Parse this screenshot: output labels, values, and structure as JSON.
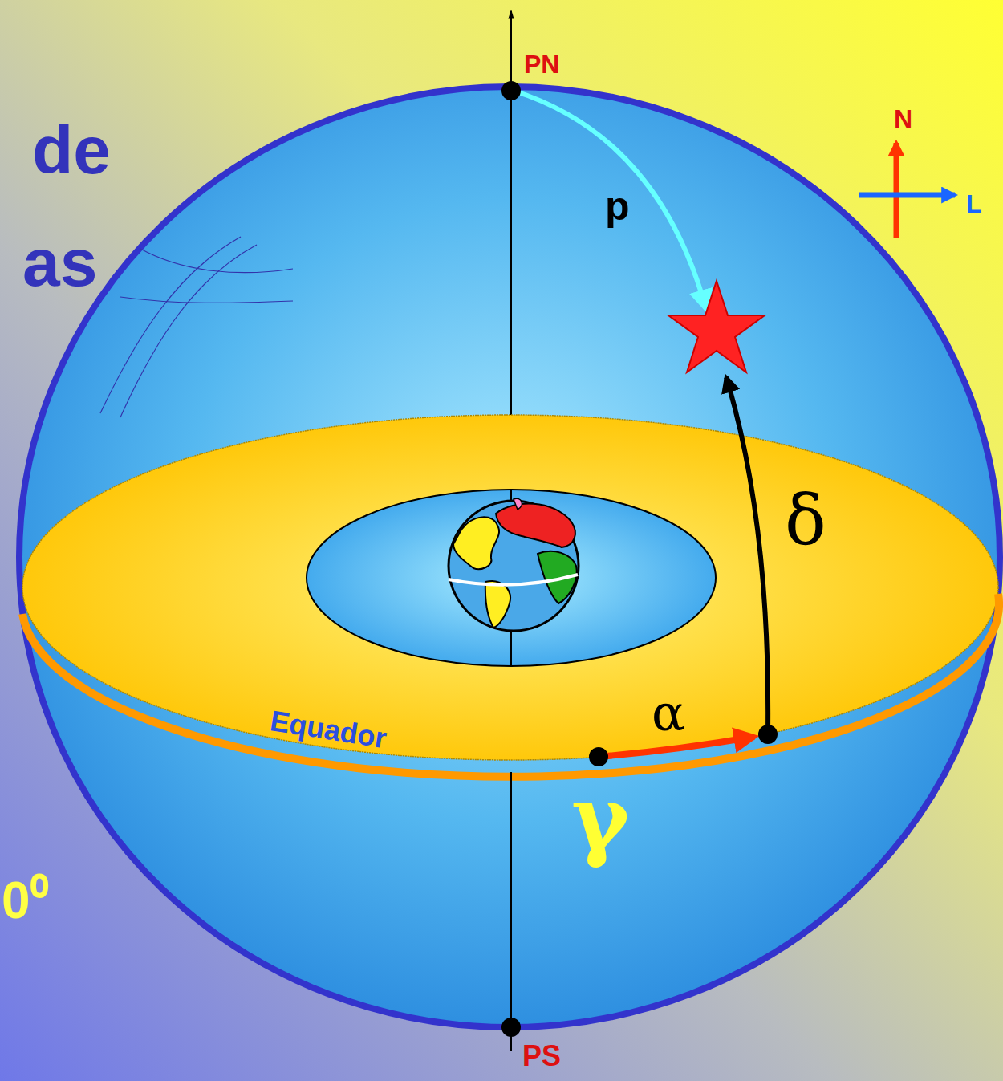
{
  "diagram": {
    "labels": [
      "de",
      "as",
      "0⁰",
      "PN",
      "PS",
      "N",
      "L",
      "p",
      "δ",
      "α",
      "γ",
      "Equador"
    ]
  }
}
